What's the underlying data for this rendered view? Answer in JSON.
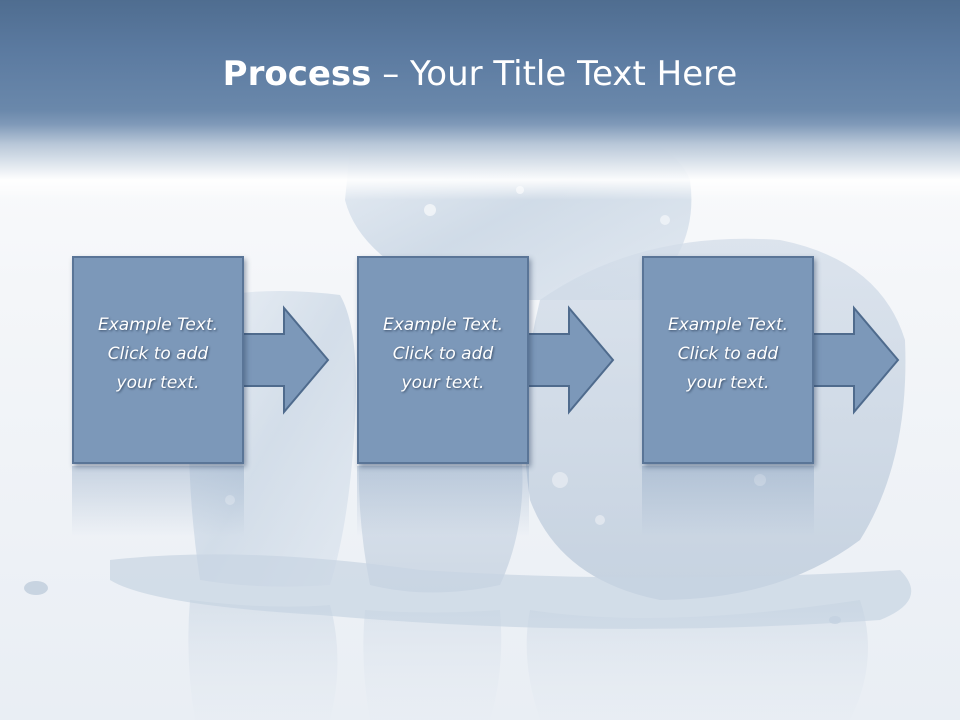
{
  "slide": {
    "title": {
      "bold": "Process",
      "separator": "–",
      "rest": "Your Title Text Here"
    },
    "steps": [
      {
        "line1": "Example Text.",
        "line2": "Click  to add",
        "line3": "your text."
      },
      {
        "line1": "Example Text.",
        "line2": "Click  to add",
        "line3": "your text."
      },
      {
        "line1": "Example Text.",
        "line2": "Click  to add",
        "line3": "your text."
      }
    ]
  },
  "colors": {
    "header": "#5b7aa0",
    "box_fill": "#7c98b9",
    "box_border": "#5a7597",
    "text": "#ffffff"
  }
}
